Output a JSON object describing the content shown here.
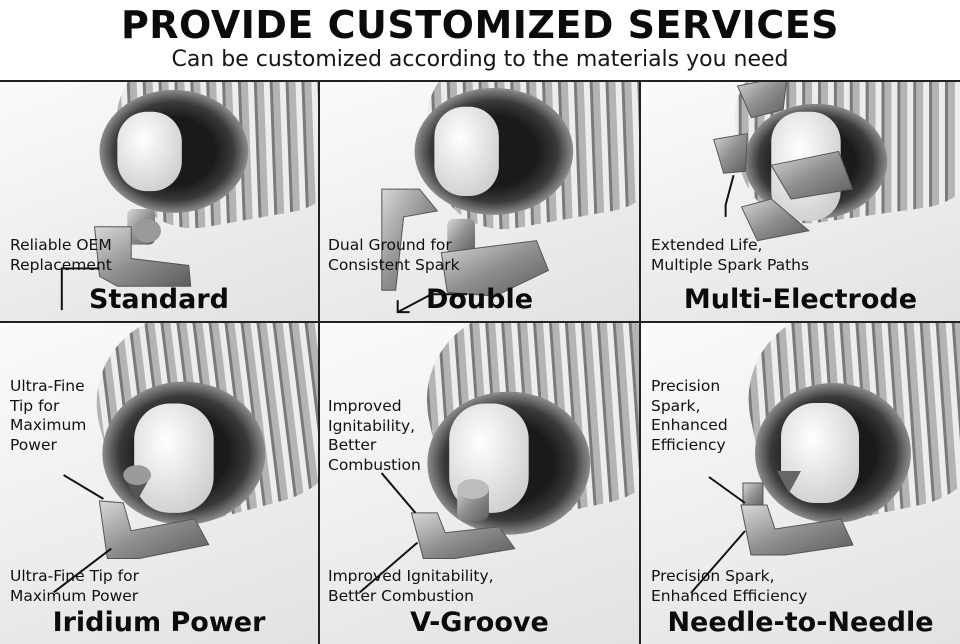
{
  "header": {
    "title": "PROVIDE CUSTOMIZED SERVICES",
    "subtitle": "Can be customized according to the materials you need"
  },
  "colors": {
    "steel_light": "#e8e8e8",
    "steel_mid": "#a9a9a9",
    "steel_dark": "#5e5e5e",
    "ceramic": "#f4f4f2",
    "line": "#111111"
  },
  "panels": [
    {
      "name": "Standard",
      "label_lines": [
        "Reliable OEM",
        "Replacement"
      ]
    },
    {
      "name": "Double",
      "label_lines": [
        "Dual Ground for",
        "Consistent Spark"
      ]
    },
    {
      "name": "Multi-Electrode",
      "label_lines": [
        "Extended Life,",
        "Multiple Spark Paths"
      ]
    },
    {
      "name": "Iridium Power",
      "label_top": [
        "Ultra-Fine",
        "Tip for",
        "Maximum",
        "Power"
      ],
      "label_bottom": [
        "Ultra-Fine Tip for",
        "Maximum Power"
      ]
    },
    {
      "name": "V-Groove",
      "label_top": [
        "Improved",
        "Ignitability,",
        "Better",
        "Combustion"
      ],
      "label_bottom": [
        "Improved Ignitability,",
        "Better Combustion"
      ]
    },
    {
      "name": "Needle-to-Needle",
      "label_top": [
        "Precision",
        "Spark,",
        "Enhanced",
        "Efficiency"
      ],
      "label_bottom": [
        "Precision Spark,",
        "Enhanced Efficiency"
      ]
    }
  ]
}
